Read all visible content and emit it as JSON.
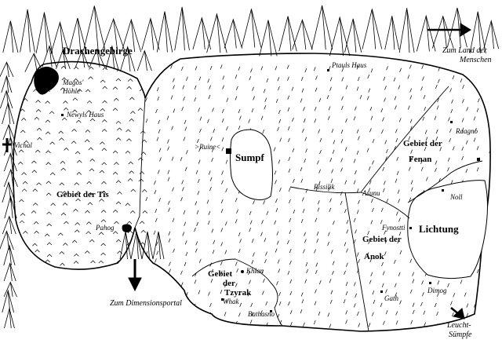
{
  "title": "Drachengebirge",
  "regions": {
    "tis": "Gebiet der Tis",
    "fenan_1": "Gebiet der",
    "fenan_2": "Fenan",
    "anok_1": "Gebiet der",
    "anok_2": "Anok",
    "tzyrak_1": "Gebiet",
    "tzyrak_2": "der",
    "tzyrak_3": "Tzyrak"
  },
  "features": {
    "sumpf": "Sumpf",
    "lichtung": "Lichtung"
  },
  "places": {
    "magos_1": "Magos'",
    "magos_2": "Höhle",
    "newyls": "Newyls Haus",
    "vichal": "Vichal",
    "pahog": "Pahog",
    "ruine": ">Ruine<",
    "ptauls": "Ptauls Haus",
    "rissilik": "Rissilik",
    "asunu": "Asunu",
    "raagno": "Raagno",
    "noll": "Noll",
    "fynostti": "Fynostti",
    "dimog": "Dimog",
    "gath": "Gath",
    "khlan": "Khlan",
    "whak": "Whak",
    "bathasno": "Bathasno"
  },
  "directions": {
    "menschen_1": "Zum Land der",
    "menschen_2": "Menschen",
    "dimensionsportal": "Zum Dimensionsportal",
    "leucht_1": "Leucht-",
    "leucht_2": "Sümpfe"
  }
}
